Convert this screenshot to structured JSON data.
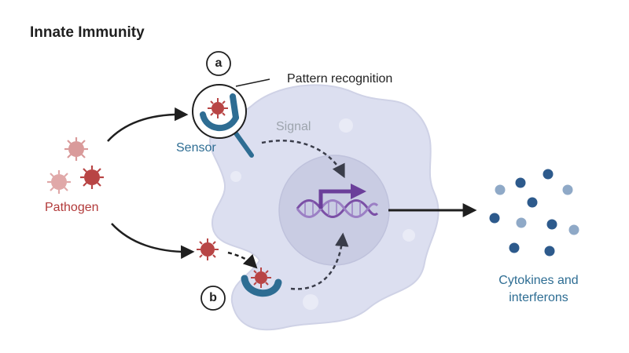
{
  "title": "Innate Immunity",
  "labels": {
    "pathogen": "Pathogen",
    "sensor": "Sensor",
    "signal": "Signal",
    "pattern_recognition": "Pattern recognition",
    "cytokines_line1": "Cytokines and",
    "cytokines_line2": "interferons",
    "badge_a": "a",
    "badge_b": "b"
  },
  "colors": {
    "pathogen": "#b84545",
    "pathogen_light": "#d99a9a",
    "sensor": "#2e6d93",
    "cell": "#dcdff0",
    "nucleus": "#c9cce3",
    "dna": "#7b4fa6",
    "cytokine_dark": "#2d5a8c",
    "cytokine_light": "#8fa9c7",
    "arrow": "#1f1f1f",
    "dashed_arrow": "#3a3d4a"
  },
  "icons": [
    "virus-icon",
    "receptor-sensor-icon",
    "magnifier-icon",
    "dna-gene-icon",
    "cytokine-dot-icon"
  ]
}
